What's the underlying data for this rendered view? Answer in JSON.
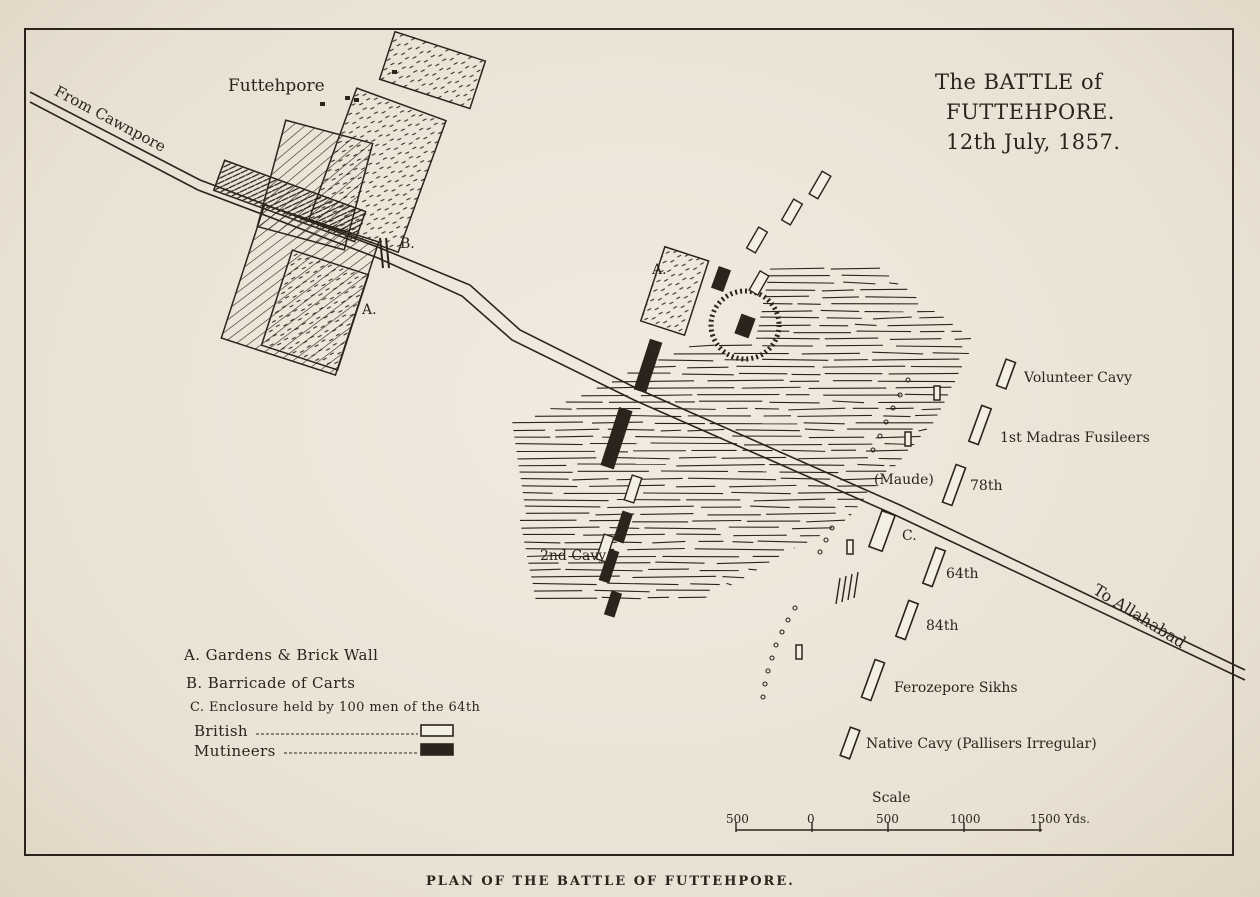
{
  "title": {
    "line1": "The BATTLE of",
    "line2": "FUTTEHPORE.",
    "line3": "12th July, 1857."
  },
  "caption": "PLAN OF THE BATTLE OF FUTTEHPORE.",
  "places": {
    "town": "Futtehpore",
    "from_road": "From Cawnpore",
    "to_road": "To Allahabad"
  },
  "markers": {
    "a_town": "A.",
    "a_field": "A.",
    "b": "B.",
    "c": "C."
  },
  "units": {
    "volunteer_cav": "Volunteer Cavy",
    "madras": "1st Madras Fusileers",
    "maude": "(Maude)",
    "seventy_eighth": "78th",
    "sixty_fourth": "64th",
    "eighty_fourth": "84th",
    "ferozepore": "Ferozepore Sikhs",
    "native_cav": "Native Cavy (Pallisers Irregular)",
    "second_cav": "2nd Cavy"
  },
  "legend": {
    "a": "A. Gardens & Brick Wall",
    "b": "B.  Barricade of Carts",
    "c": "C. Enclosure held by 100 men of the 64th",
    "british": "British",
    "mutineers": "Mutineers"
  },
  "scale": {
    "label": "Scale",
    "ticks": [
      "500",
      "0",
      "500",
      "1000",
      "1500 Yds."
    ]
  },
  "colors": {
    "ink": "#2b241c",
    "paper": "#e9e1d3",
    "mutineer_fill": "#2b241c",
    "british_fill": "#f4efe4"
  }
}
